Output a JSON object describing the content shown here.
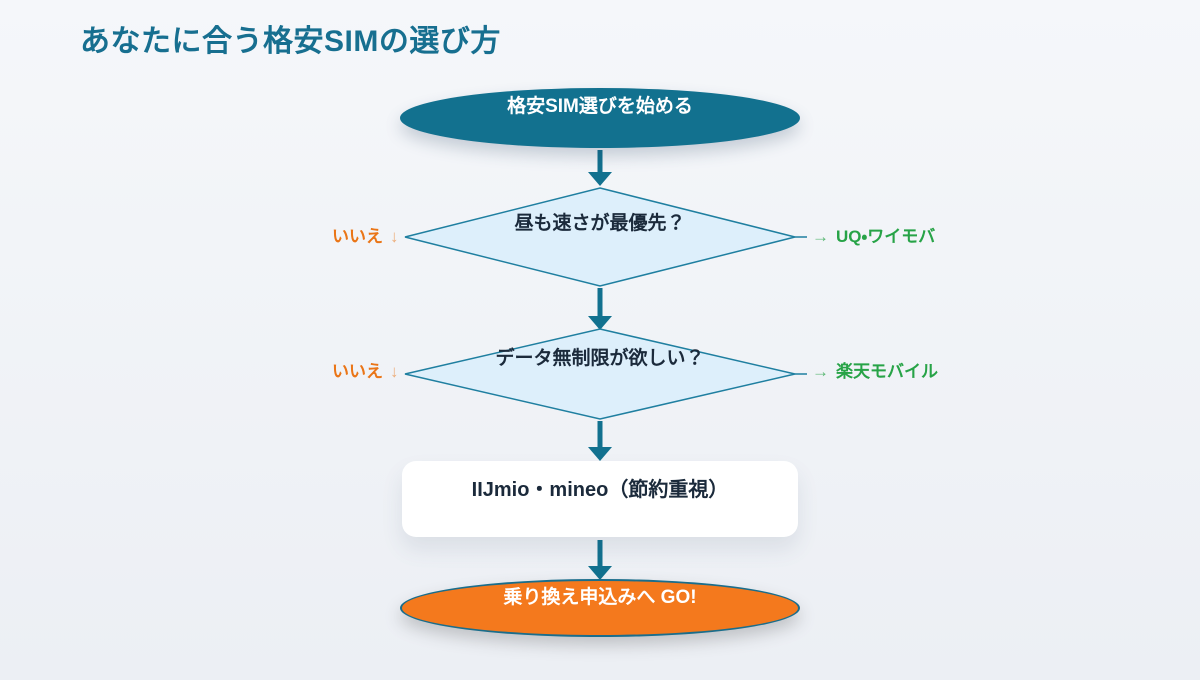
{
  "title": "あなたに合う格安SIMの選び方",
  "colors": {
    "background_top": "#f5f7fa",
    "background_bottom": "#eceff4",
    "teal": "#12718f",
    "title_teal": "#176f90",
    "diamond_fill": "#ddeffb",
    "diamond_border": "#1f7fa0",
    "dark_text": "#1b2a3b",
    "orange": "#f4791d",
    "orange_border": "#1a6d8b",
    "label_orange": "#ea7517",
    "label_green": "#27a347"
  },
  "nodes": {
    "start": {
      "type": "terminator",
      "label": "格安SIM選びを始める"
    },
    "q1": {
      "type": "decision",
      "label": "昼も速さが最優先？",
      "no": {
        "text": "いいえ",
        "arrow": "↓"
      },
      "yes": {
        "arrow": "→",
        "text": "UQ・ワイモバ"
      }
    },
    "q2": {
      "type": "decision",
      "label": "データ無制限が欲しい？",
      "no": {
        "text": "いいえ",
        "arrow": "↓"
      },
      "yes": {
        "arrow": "→",
        "text": "楽天モバイル"
      }
    },
    "result": {
      "type": "process",
      "label": "IIJmio・mineo（節約重視）"
    },
    "end": {
      "type": "terminator",
      "label": "乗り換え申込みへ GO!"
    }
  }
}
